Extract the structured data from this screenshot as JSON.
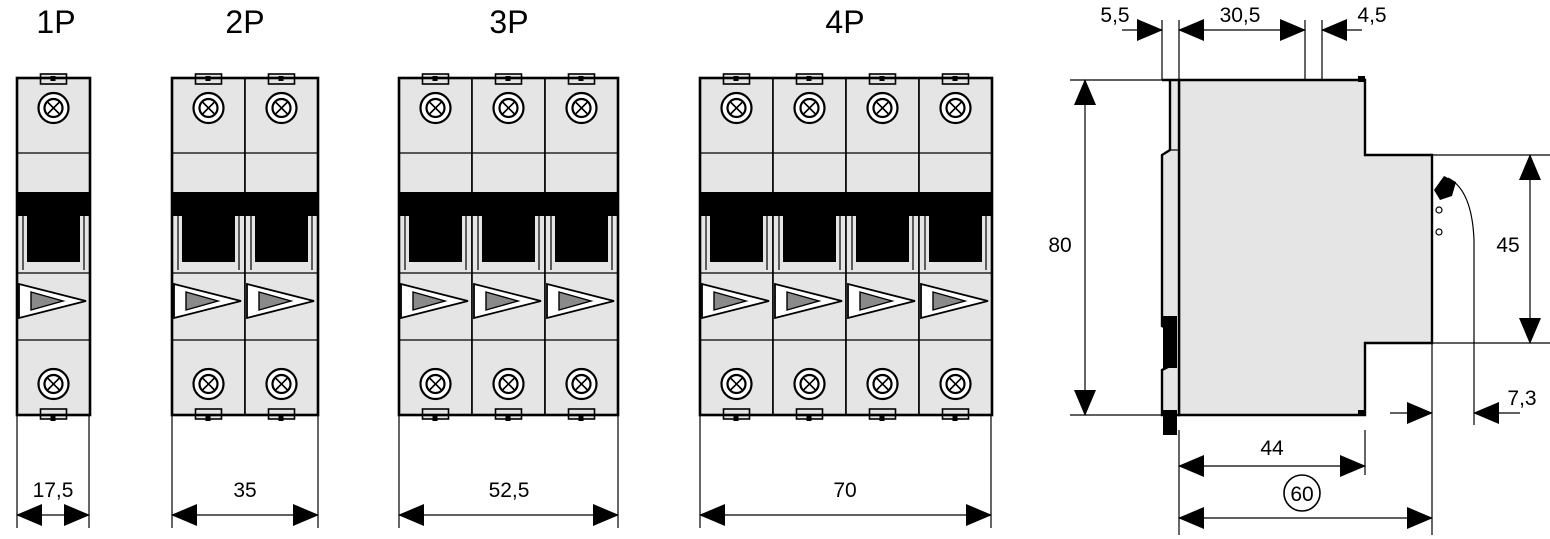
{
  "front_views": [
    {
      "label": "1P",
      "poles": 1,
      "width_dim": "17,5"
    },
    {
      "label": "2P",
      "poles": 2,
      "width_dim": "35"
    },
    {
      "label": "3P",
      "poles": 3,
      "width_dim": "52,5"
    },
    {
      "label": "4P",
      "poles": 4,
      "width_dim": "70"
    }
  ],
  "side_view": {
    "dims": {
      "top_left": "5,5",
      "top_mid": "30,5",
      "top_right": "4,5",
      "height": "80",
      "right_height": "45",
      "right_offset": "7,3",
      "bottom_depth": "44",
      "total_depth": "60"
    }
  }
}
